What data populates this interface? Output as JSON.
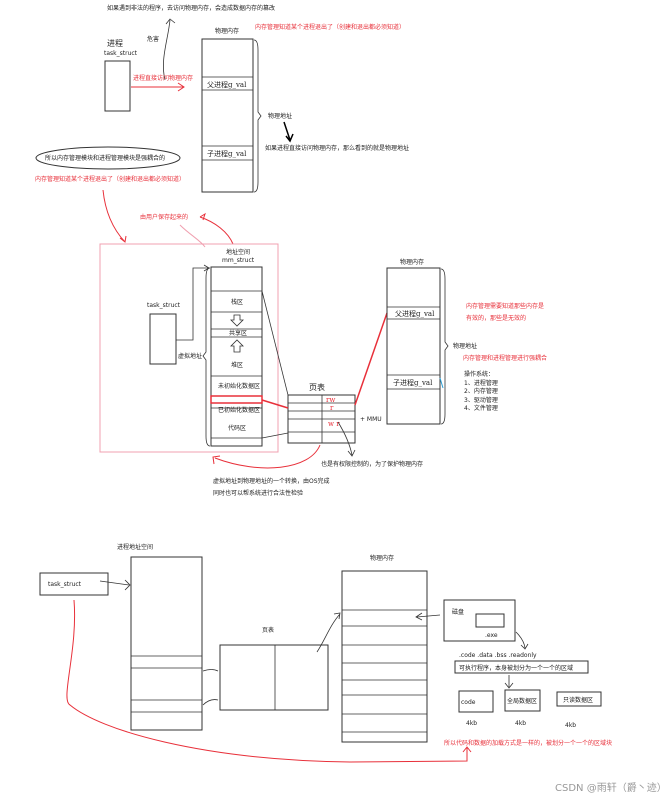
{
  "top": {
    "illegal_note": "如果遇到非法的程序，去访问物理内存，会造成数据内存的篡改",
    "process_label": "进程",
    "task_struct": "task_struct",
    "harm": "危害",
    "direct_access": "进程直接访问物理内存",
    "phys_mem": "物理内存",
    "parent_gval": "父进程g_val",
    "child_gval": "子进程g_val",
    "phys_addr": "物理地址",
    "phys_addr_note": "如果进程直接访问物理内存，那么看到的就是物理地址",
    "mm_knows_exit_top": "内存管理知道某个进程退出了（创建和退出都必须知道）",
    "coupling": "所以内存管理模块和进程管理模块是强耦合的",
    "mm_knows_exit": "内存管理知道某个进程退出了（创建和退出都必须知道）",
    "saved_by_user": "由用户保存起来的"
  },
  "middle": {
    "addr_space": "地址空间",
    "mm_struct": "mm_struct",
    "task_struct": "task_struct",
    "virt_addr": "虚拟地址",
    "regions": [
      "栈区",
      "共享区",
      "堆区",
      "未初始化数据区",
      "已初始化数据区",
      "代码区"
    ],
    "page_table": "页表",
    "perms": [
      "rw",
      "r",
      "w r"
    ],
    "mmu": "+ MMU",
    "phys_mem": "物理内存",
    "parent_gval": "父进程g_val",
    "child_gval": "子进程g_val",
    "phys_addr": "物理地址",
    "mm_valid_1": "内存管理需要知道那些内存是",
    "mm_valid_2": "有效的，那些是无效的",
    "mm_pm_coupling": "内存管理和进程管理进行强耦合",
    "os_title": "操作系统：",
    "os_items": [
      "1、进程管理",
      "2、内存管理",
      "3、驱动管理",
      "4、文件管理"
    ],
    "perm_note": "也是有权限控制的，为了保护物理内存",
    "translate_1": "虚拟地址到物理地址的一个转换，由OS完成",
    "translate_2": "同时也可以帮系统进行合法性检验"
  },
  "bottom": {
    "proc_addr_space": "进程地址空间",
    "task_struct": "task_struct",
    "page_table": "页表",
    "phys_mem": "物理内存",
    "disk": "磁盘",
    "exe": ".exe",
    "sections": ".code  .data  .bss  .readonly",
    "exe_note": "可执行程序，本身被划分为一个一个的区域",
    "code": "code",
    "global_data": "全局数据区",
    "readonly_data": "只读数据区",
    "size": "4kb",
    "load_note": "所以代码和数据的加载方式是一样的，被划分一个一个的区域块"
  },
  "watermark": "CSDN @雨轩（爵丶迹）"
}
